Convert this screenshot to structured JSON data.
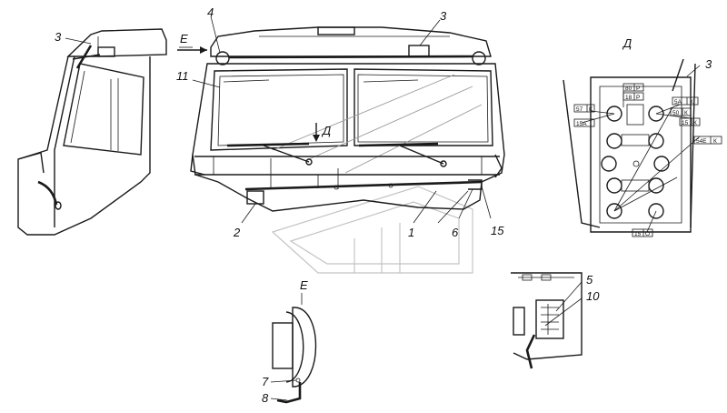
{
  "callouts": {
    "c3_left": "3",
    "c3_top": "3",
    "c4": "4",
    "c11": "11",
    "c2": "2",
    "c1": "1",
    "c6": "6",
    "c15": "15",
    "c3_right": "3",
    "c5": "5",
    "c10": "10",
    "c7": "7",
    "c8": "8"
  },
  "view_labels": {
    "view_e_arrow": "E",
    "view_d_arrow": "Д",
    "view_d_title": "Д",
    "view_e_title": "E"
  },
  "terminal_tags": {
    "t57k": "57",
    "t57k_s": "K",
    "t15a": "15А",
    "t80p": "80",
    "t80p_s": "Р",
    "t18p": "18",
    "t18p_s": "Р",
    "t5ak": "5А",
    "t5ak_s": "К",
    "t50k": "50",
    "t50k_s": "К",
    "t15k": "15",
    "t15k_s": "К",
    "t54ek": "54Е",
    "t54ek_s": "К",
    "t15o": "15",
    "t15o_s": "О"
  }
}
